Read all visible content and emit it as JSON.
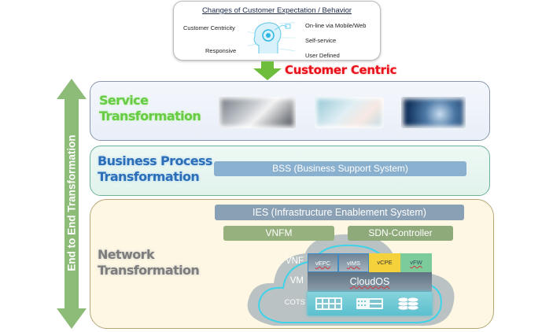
{
  "customer_box": {
    "title": "Changes of Customer Expectation / Behavior",
    "left_items": [
      "Customer Centricity",
      "Responsive"
    ],
    "right_items": [
      "On-line via Mobile/Web",
      "Self-service",
      "User Defined"
    ],
    "icon": "head-circuit-icon"
  },
  "customer_centric": "Customer Centric",
  "side_arrow": {
    "label": "End to End Transformation"
  },
  "layers": {
    "service": {
      "title": "Service\nTransformation",
      "photos": [
        "tablet-user-photo",
        "analytics-dashboard-photo",
        "cloud-network-photo"
      ]
    },
    "business": {
      "title": "Business Process\nTransformation",
      "bss": "BSS (Business Support System)"
    },
    "network": {
      "title": "Network\nTransformation",
      "ies": "IES (Infrastructure Enablement System)",
      "vnfm": "VNFM",
      "sdn": "SDN-Controller",
      "stack_labels": {
        "vnf": "VNF",
        "vm": "VM",
        "cots": "COTS"
      },
      "vnfs": [
        "vEPC",
        "vIMS",
        "vCPE",
        "vFW"
      ],
      "cloudos": "CloudOS",
      "cots_icons": [
        "server-rack-icon",
        "network-switch-icon",
        "storage-disk-icon"
      ]
    }
  },
  "colors": {
    "customer_centric": "#e8101a",
    "service_title": "#66cc44",
    "business_title": "#2c6fb8",
    "network_title": "#7d7d7d",
    "arrow_green": "#8dbb78",
    "vcpe": "#f5d23c",
    "vfw": "#7ccb9a"
  }
}
